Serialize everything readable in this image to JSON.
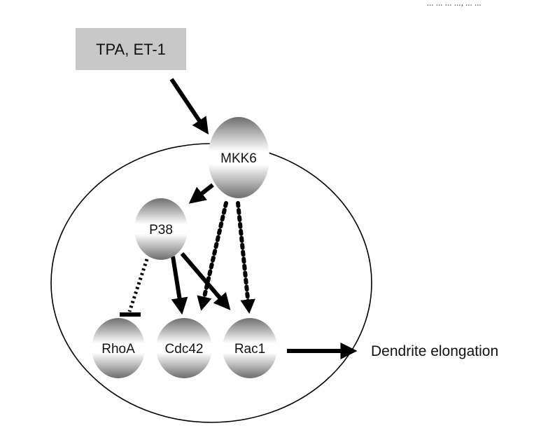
{
  "header_fragment": "... ... ... ..., ... ...",
  "stimulus": {
    "label": "TPA, ET-1"
  },
  "nodes": {
    "mkk6": {
      "label": "MKK6"
    },
    "p38": {
      "label": "P38"
    },
    "rhoa": {
      "label": "RhoA"
    },
    "cdc42": {
      "label": "Cdc42"
    },
    "rac1": {
      "label": "Rac1"
    }
  },
  "outcome": {
    "label": "Dendrite elongation"
  },
  "edges": [
    {
      "from": "stimulus",
      "to": "mkk6",
      "style": "solid",
      "head": "arrow"
    },
    {
      "from": "mkk6",
      "to": "p38",
      "style": "solid",
      "head": "arrow"
    },
    {
      "from": "mkk6",
      "to": "cdc42",
      "style": "dotted",
      "head": "arrow"
    },
    {
      "from": "mkk6",
      "to": "rac1",
      "style": "dotted",
      "head": "arrow"
    },
    {
      "from": "p38",
      "to": "rhoa",
      "style": "dotted",
      "head": "inhibit"
    },
    {
      "from": "p38",
      "to": "cdc42",
      "style": "solid",
      "head": "arrow"
    },
    {
      "from": "p38",
      "to": "rac1",
      "style": "solid",
      "head": "arrow"
    },
    {
      "from": "rac1",
      "to": "outcome",
      "style": "solid",
      "head": "arrow"
    }
  ],
  "colors": {
    "stimulus_box": "#c8c8c8",
    "node_light": "#ffffff",
    "node_dark": "#6e6e6e",
    "line": "#000000"
  }
}
